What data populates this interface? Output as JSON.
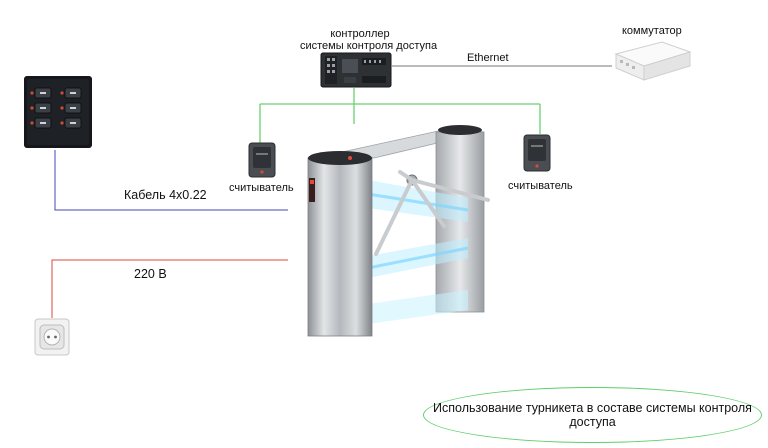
{
  "controller": {
    "label_line1": "контроллер",
    "label_line2": "системы контроля доступа"
  },
  "switch": {
    "label": "коммутатор"
  },
  "ethernet": {
    "label": "Ethernet"
  },
  "reader_left": {
    "label": "считыватель"
  },
  "reader_right": {
    "label": "считыватель"
  },
  "cable_signal": {
    "label": "Кабель 4x0.22"
  },
  "cable_power": {
    "label": "220 В"
  },
  "caption": {
    "text": "Использование турникета в составе системы контроля доступа"
  },
  "colors": {
    "control_wire": "#6bd16e",
    "signal_wire": "#4444bb",
    "power_wire": "#dd4a3a",
    "ethernet_wire": "#777777"
  },
  "icons": [
    "keypad-icon",
    "power-socket-icon",
    "controller-board-icon",
    "network-switch-icon",
    "card-reader-icon",
    "tripod-turnstile-icon"
  ]
}
